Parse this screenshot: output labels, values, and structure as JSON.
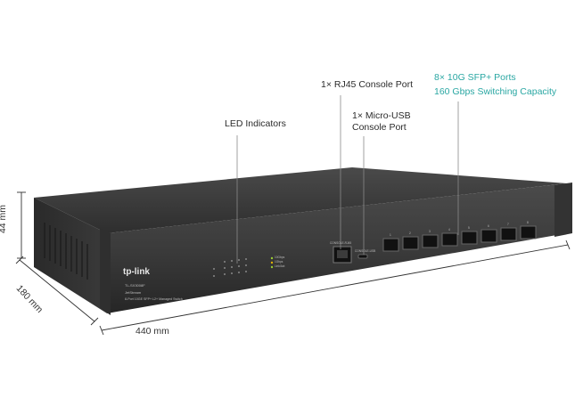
{
  "callouts": {
    "led": "LED Indicators",
    "rj45": "1× RJ45 Console Port",
    "usb_line1": "1× Micro-USB",
    "usb_line2": "Console Port",
    "sfp_ports": "8× 10G SFP+ Ports",
    "switching": "160 Gbps Switching Capacity"
  },
  "dimensions": {
    "height": "44 mm",
    "depth": "180 mm",
    "width": "440 mm"
  },
  "device": {
    "brand": "tp-link",
    "model": "TL-SX3008F",
    "series": "JetStream",
    "description": "8-Port 10GE SFP+ L2+ Managed Switch",
    "console_label": "CONSOLE-RJ45",
    "usb_label": "CONSOLE-USB",
    "legend": [
      "10Gbps",
      "1Gbps",
      "Link/Act"
    ],
    "port_numbers": [
      "1",
      "2",
      "3",
      "4",
      "5",
      "6",
      "7",
      "8"
    ]
  },
  "colors": {
    "body": "#3a3a3a",
    "top": "#2c2c2c",
    "accent_teal": "#2aa7a3"
  }
}
